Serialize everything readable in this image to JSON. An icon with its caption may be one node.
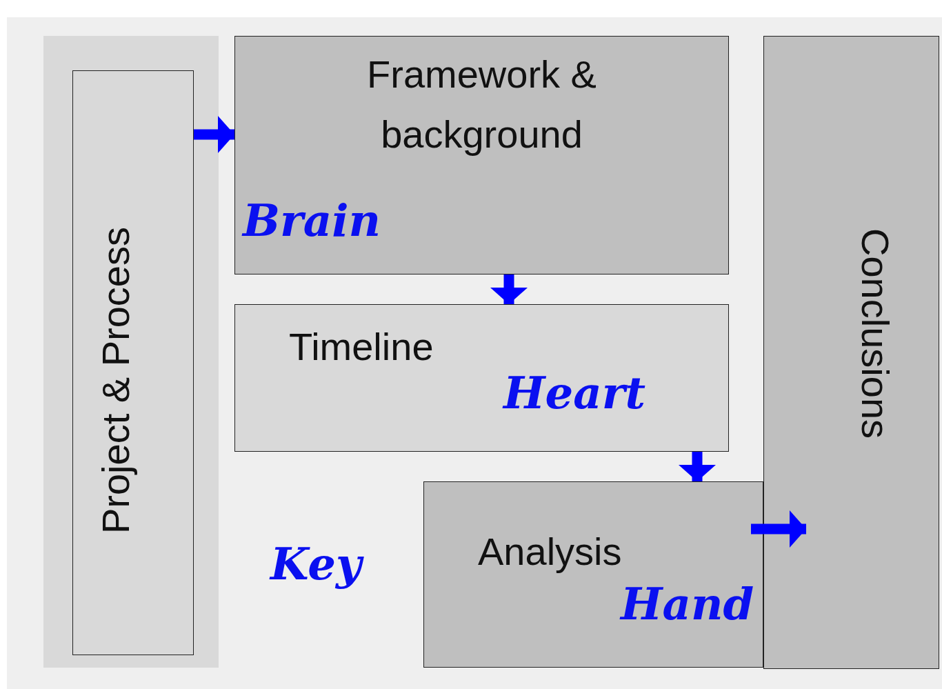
{
  "diagram": {
    "nodes": [
      {
        "text": [],
        "shape": "box"
      },
      {
        "text": [
          "Project & Process"
        ],
        "in": 0
      },
      {
        "text": [
          "Framework & background"
        ]
      },
      {
        "text": [
          "Timeline"
        ]
      },
      {
        "text": [
          "Analysis"
        ]
      },
      {
        "text": [
          "Conclusions"
        ]
      }
    ],
    "edges": [
      {
        "from": 1,
        "to": 2,
        "arrow": "to"
      },
      {
        "from": 2,
        "to": 3,
        "arrow": "to"
      },
      {
        "from": 3,
        "to": 4,
        "arrow": "to"
      },
      {
        "from": 4,
        "to": 5,
        "arrow": "to"
      }
    ],
    "labels": [
      "Brain",
      "Heart",
      "Key",
      "Hand"
    ]
  }
}
